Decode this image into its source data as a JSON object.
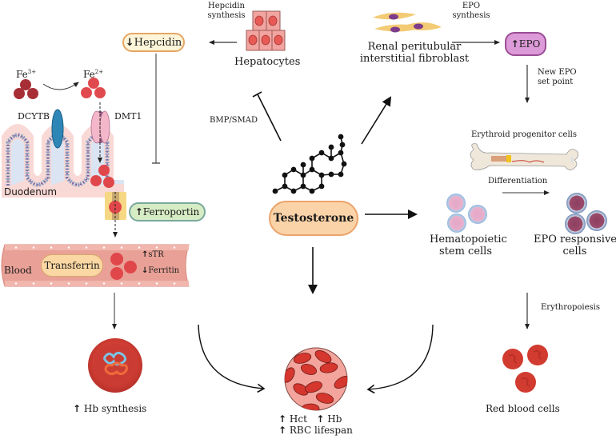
{
  "labels": {
    "hepcidin_synthesis": [
      "Hepcidin",
      "synthesis"
    ],
    "hepcidin": "Hepcidin",
    "hepatocytes": "Hepatocytes",
    "fe3": "Fe",
    "fe3_sup": "3+",
    "fe2": "Fe",
    "fe2_sup": "2+",
    "dcytb": "DCYTB",
    "dmt1": "DMT1",
    "duodenum": "Duodenum",
    "ferroportin": "Ferroportin",
    "blood": "Blood",
    "transferrin": "Transferrin",
    "str": "sTR",
    "ferritin": "Ferritin",
    "hb_synthesis": "Hb synthesis",
    "bmp_smad": "BMP/SMAD",
    "testosterone": "Testosterone",
    "renal": [
      "Renal peritubular",
      "interstitial fibroblast"
    ],
    "epo_synthesis": [
      "EPO",
      "synthesis"
    ],
    "epo": "EPO",
    "new_epo_set_point": [
      "New EPO",
      "set point"
    ],
    "erythroid_progenitor": "Erythroid progenitor cells",
    "differentiation": "Differentiation",
    "hematopoietic": [
      "Hematopoietic",
      "stem cells"
    ],
    "epo_responsive": [
      "EPO responsive",
      "cells"
    ],
    "erythropoiesis": "Erythropoiesis",
    "red_blood_cells": "Red blood cells",
    "hct": "Hct",
    "hb": "Hb",
    "rbc_lifespan": "RBC lifespan"
  },
  "indicators": {
    "up": "↑",
    "down": "↓"
  },
  "colors": {
    "hepcidin_fill": "#fdf5d9",
    "hepcidin_border": "#e6a662",
    "ferroportin_fill": "#d6ecc4",
    "ferroportin_border": "#7aa89e",
    "transferrin_fill": "#fbd7a3",
    "testosterone_fill": "#fbd3a8",
    "testosterone_border": "#eba36a",
    "epo_fill": "#dc9ad8",
    "epo_border": "#9a4e94",
    "blood_vessel": "#e9a197",
    "iron_dark": "#b0313a",
    "iron_light": "#e04a4e"
  }
}
